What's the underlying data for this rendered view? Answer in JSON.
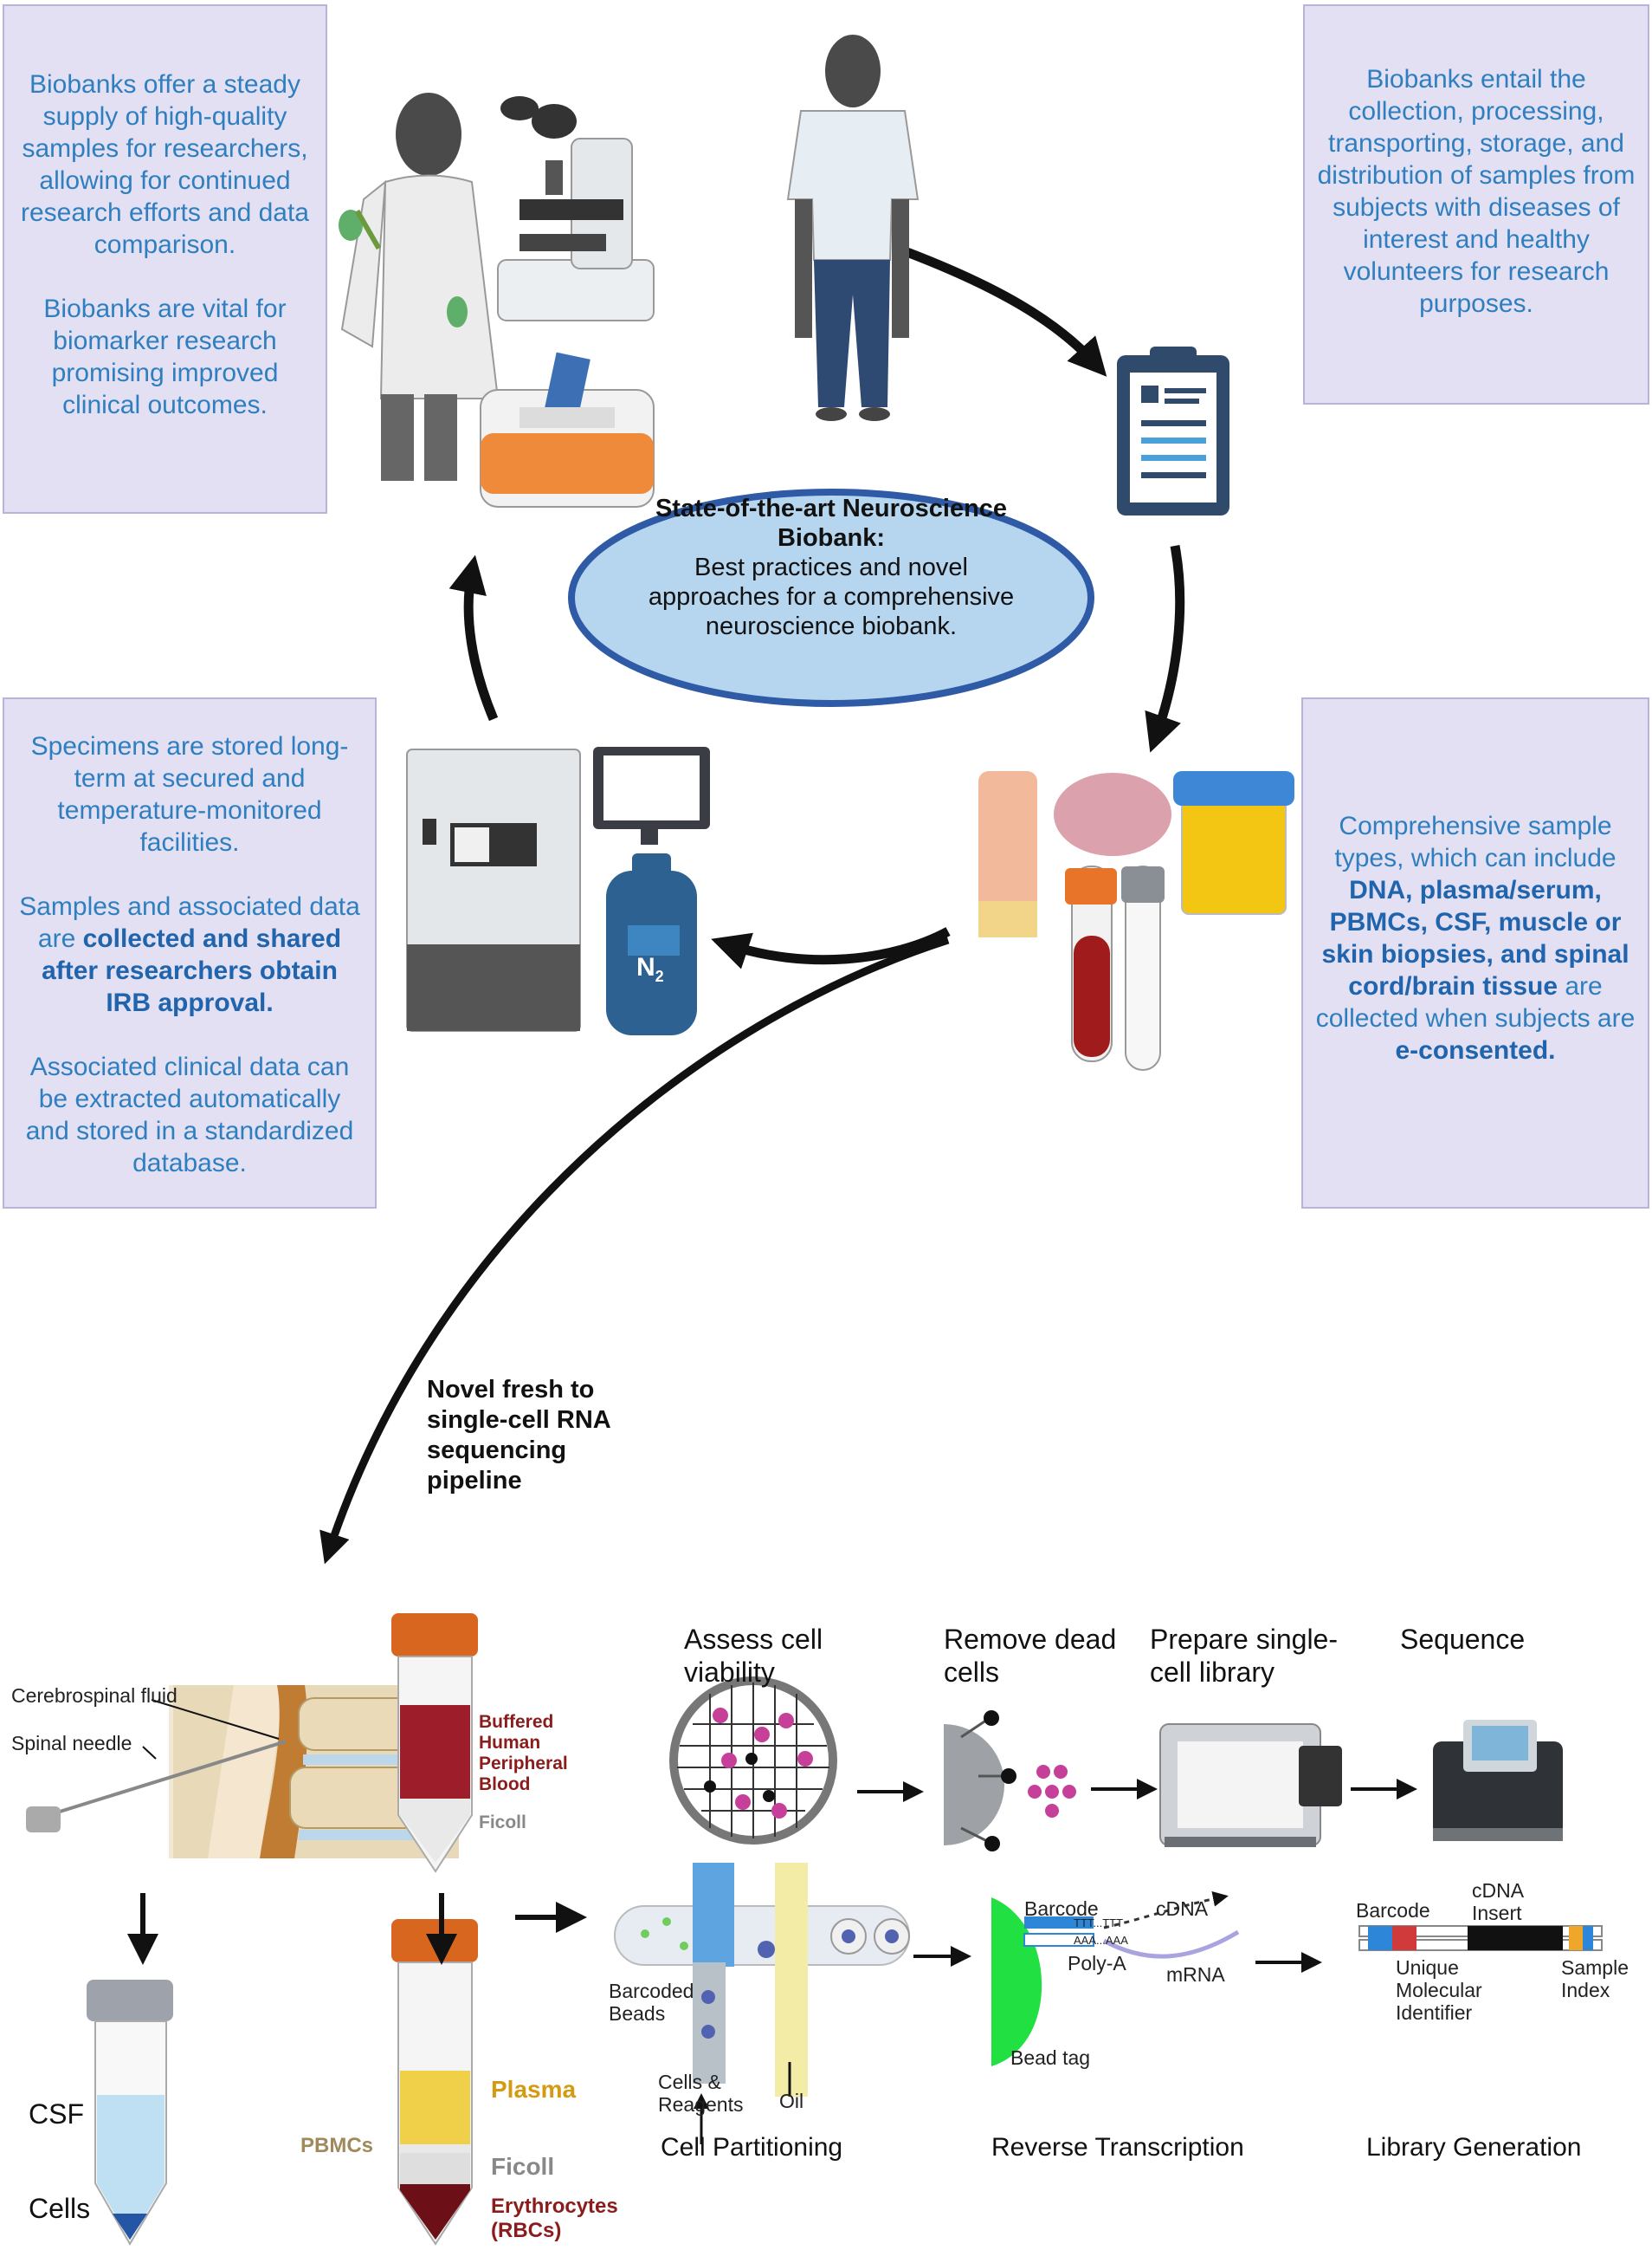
{
  "boxes": {
    "top_left": {
      "p1": "Biobanks offer a steady supply of high-quality samples for researchers, allowing for continued research efforts and data comparison.",
      "p2": "Biobanks are vital for biomarker research promising improved clinical outcomes."
    },
    "top_right": {
      "p1": "Biobanks entail the collection, processing, transporting, storage, and distribution of samples from subjects with diseases of interest and healthy volunteers for research purposes."
    },
    "mid_left": {
      "p1": "Specimens are stored long-term at secured and temperature-monitored facilities.",
      "p2_a": "Samples and associated data are ",
      "p2_b": "collected and shared after researchers obtain IRB approval.",
      "p3": "Associated clinical data can be extracted automatically and stored in a standardized database."
    },
    "mid_right": {
      "p1_a": "Comprehensive sample types, which can include ",
      "p1_b": "DNA, plasma/serum, PBMCs, CSF, muscle or skin biopsies, and spinal cord/brain tissue",
      "p1_c": " are collected when subjects are ",
      "p1_d": "e-consented."
    }
  },
  "center": {
    "title": "State-of-the-art Neuroscience Biobank:",
    "body": "Best practices and novel approaches for a comprehensive neuroscience biobank."
  },
  "pipeline_label": "Novel fresh to single-cell RNA sequencing pipeline",
  "freezer": {
    "n2_label": "N",
    "n2_sub": "2"
  },
  "steps": {
    "assess": "Assess cell viability",
    "remove": "Remove dead cells",
    "prepare": "Prepare single-cell library",
    "sequence": "Sequence"
  },
  "stages": {
    "partition": "Cell Partitioning",
    "rt": "Reverse Transcription",
    "library": "Library Generation"
  },
  "spine": {
    "csf_label": "Cerebrospinal fluid",
    "needle_label": "Spinal needle",
    "csf": "CSF",
    "cells": "Cells"
  },
  "tube_top": {
    "blood": "Buffered Human Peripheral Blood",
    "ficoll": "Ficoll"
  },
  "tube_bottom": {
    "plasma": "Plasma",
    "pbmcs": "PBMCs",
    "ficoll": "Ficoll",
    "rbc": "Erythrocytes (RBCs)"
  },
  "partition": {
    "beads": "Barcoded Beads",
    "cells": "Cells & Reagents",
    "oil": "Oil"
  },
  "rt": {
    "barcode": "Barcode",
    "tttt": "TTT...TTT",
    "aaaa": "AAA...AAA",
    "polya": "Poly-A",
    "cdna": "cDNA",
    "mrna": "mRNA",
    "beadtag": "Bead tag"
  },
  "library": {
    "barcode": "Barcode",
    "cdna_insert": "cDNA Insert",
    "umi": "Unique Molecular Identifier",
    "sample_index": "Sample Index"
  },
  "colors": {
    "box_bg": "#e2e0f2",
    "box_text": "#2f7fc0",
    "ellipse_fill": "#b6d6ef",
    "ellipse_stroke": "#2e5aa6",
    "blood_label": "#8b1c1c",
    "plasma_label": "#d49a12",
    "pbmc_label": "#a0895a",
    "ficoll_label": "#888888"
  }
}
